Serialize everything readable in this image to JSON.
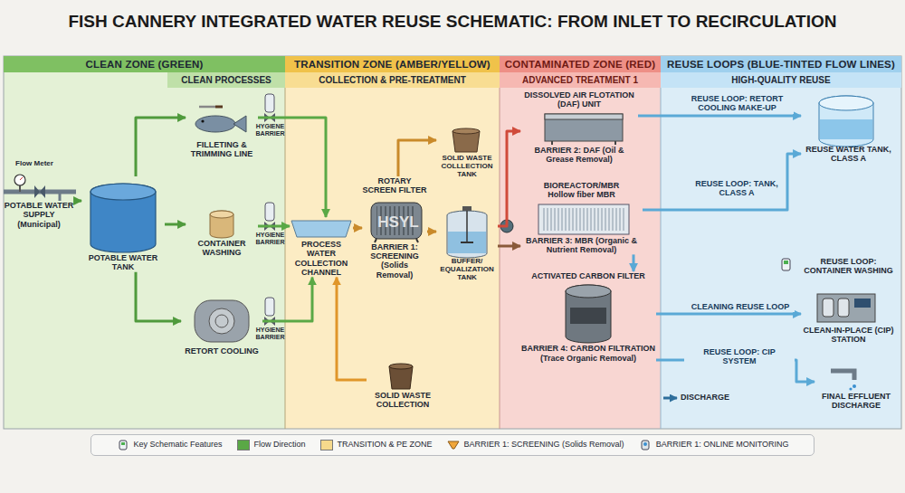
{
  "diagram": {
    "title": "FISH CANNERY INTEGRATED WATER REUSE SCHEMATIC: FROM INLET TO RECIRCULATION",
    "nodes": [
      {
        "text": [
          "CLEAN ZONE (GREEN)",
          "CLEAN PROCESSES"
        ]
      },
      {
        "text": [
          "TRANSITION ZONE (AMBER/YELLOW)",
          "COLLECTION & PRE-TREATMENT"
        ]
      },
      {
        "text": [
          "CONTAMINATED ZONE (RED)",
          "ADVANCED TREATMENT 1"
        ]
      },
      {
        "text": [
          "REUSE LOOPS (BLUE-TINTED FLOW LINES)",
          "HIGH-QUALITY REUSE"
        ]
      },
      {
        "text": [
          "POTABLE WATER SUPPLY (Municipal)"
        ],
        "in": 0
      },
      {
        "text": [
          "POTABLE WATER TANK"
        ],
        "in": 0
      },
      {
        "text": [
          "FILLETING & TRIMMING LINE"
        ],
        "in": 0
      },
      {
        "text": [
          "CONTAINER WASHING"
        ],
        "in": 0
      },
      {
        "text": [
          "RETORT COOLING"
        ],
        "in": 0
      },
      {
        "text": [
          "PROCESS WATER COLLECTION CHANNEL"
        ],
        "in": 1
      },
      {
        "text": [
          "ROTARY SCREEN FILTER",
          "BARRIER 1: SCREENING (Solids Removal)"
        ],
        "in": 1
      },
      {
        "text": [
          "SOLID WASTE COLLLECTION TANK"
        ],
        "in": 1
      },
      {
        "text": [
          "BUFFER/ EQUALIZATION TANK"
        ],
        "in": 1
      },
      {
        "text": [
          "SOLID WASTE COLLECTION"
        ],
        "in": 1
      },
      {
        "text": [
          "DISSOLVED AIR FLOTATION (DAF) UNIT",
          "BARRIER 2: DAF (Oil & Grease Removal)"
        ],
        "in": 2
      },
      {
        "text": [
          "BIOREACTOR/MBR",
          "Hollow fiber MBR",
          "BARRIER 3: MBR (Organic & Nutrient Removal)"
        ],
        "in": 2
      },
      {
        "text": [
          "ACTIVATED CARBON FILTER",
          "BARRIER 4: CARBON FILTRATION (Trace Organic Removal)"
        ],
        "in": 2
      },
      {
        "text": [
          "REUSE WATER TANK, CLASS A"
        ],
        "in": 3
      },
      {
        "text": [
          "CLEAN-IN-PLACE (CIP) STATION"
        ],
        "in": 3
      },
      {
        "text": [
          "FINAL EFFLUENT DISCHARGE"
        ],
        "in": 3
      }
    ],
    "edges": [
      {
        "from": 4,
        "to": 5,
        "arrow": "to"
      },
      {
        "from": 5,
        "to": 6,
        "arrow": "to"
      },
      {
        "from": 5,
        "to": 7,
        "arrow": "to"
      },
      {
        "from": 5,
        "to": 8,
        "arrow": "to"
      },
      {
        "from": 6,
        "to": 9,
        "arrow": "to"
      },
      {
        "from": 7,
        "to": 9,
        "arrow": "to"
      },
      {
        "from": 8,
        "to": 9,
        "arrow": "to"
      },
      {
        "from": 13,
        "to": 9,
        "arrow": "to"
      },
      {
        "from": 9,
        "to": 10,
        "arrow": "to"
      },
      {
        "from": 10,
        "to": 12,
        "arrow": "to"
      },
      {
        "from": 10,
        "to": 11,
        "arrow": "to"
      },
      {
        "from": 12,
        "to": 14,
        "arrow": "to"
      },
      {
        "from": 12,
        "to": 15,
        "arrow": "to"
      },
      {
        "from": 15,
        "to": 16,
        "arrow": "to"
      },
      {
        "from": 14,
        "to": 17,
        "arrow": "to",
        "label": "REUSE LOOP: RETORT COOLING MAKE-UP"
      },
      {
        "from": 15,
        "to": 17,
        "arrow": "to",
        "label": "REUSE LOOP: TANK, CLASS A"
      },
      {
        "from": 16,
        "to": 18,
        "arrow": "to",
        "label": "CLEANING REUSE LOOP"
      },
      {
        "from": 16,
        "to": 19,
        "arrow": "to",
        "label": "REUSE LOOP: CIP SYSTEM"
      }
    ],
    "labels": [
      "Flow Meter",
      "HYGIENE BARRIER",
      "HYGIENE BARRIER",
      "HYGIENE BARRIER",
      "REUSE LOOP: CONTAINER WASHING",
      "DISCHARGE",
      "HSYL"
    ],
    "legend": [
      {
        "text": "Key Schematic Features"
      },
      {
        "text": "Flow Direction",
        "color": "#5aa846"
      },
      {
        "text": "TRANSITION & PE ZONE",
        "color": "#f6d98c"
      },
      {
        "text": "BARRIER 1: SCREENING (Solids Removal)"
      },
      {
        "text": "BARRIER 1: ONLINE MONITORING"
      }
    ]
  }
}
